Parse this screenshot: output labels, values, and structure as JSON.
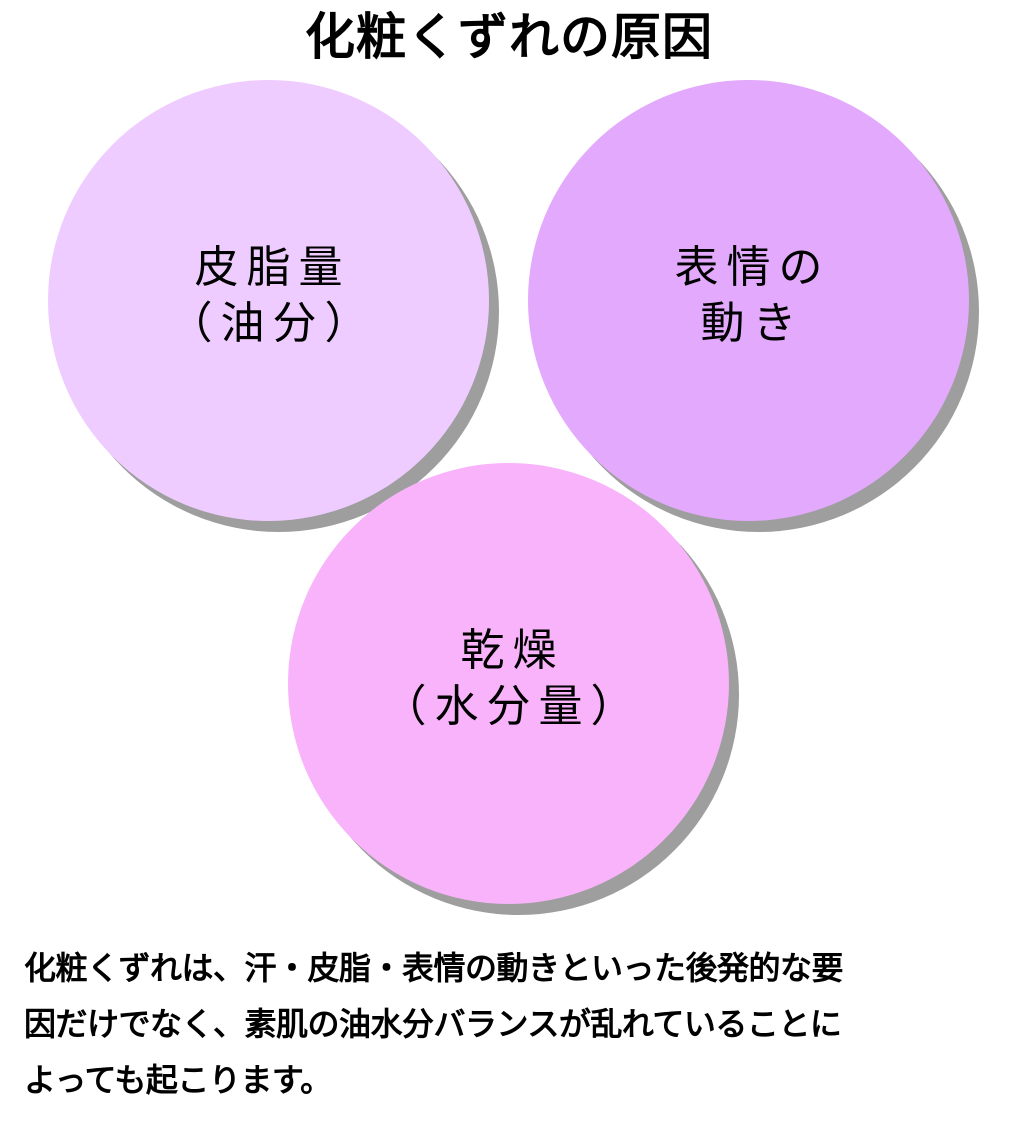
{
  "title": "化粧くずれの原因",
  "circles": [
    {
      "label": "皮脂量\n（油分）",
      "line1": "皮脂量",
      "line2": "（油分）",
      "color": "#efccff",
      "shadow_color": "#9e9e9e"
    },
    {
      "label": "表情の\n動き",
      "line1": "表情の",
      "line2": "動き",
      "color": "#e2a9fc",
      "shadow_color": "#9e9e9e"
    },
    {
      "label": "乾燥\n（水分量）",
      "line1": "乾燥",
      "line2": "（水分量）",
      "color": "#f8b3fb",
      "shadow_color": "#9e9e9e"
    }
  ],
  "description": {
    "lines": [
      "化粧くずれは、汗・皮脂・表情の動きといった後発的な要",
      "因だけでなく、素肌の油水分バランスが乱れていることに",
      "よっても起こります。"
    ]
  }
}
